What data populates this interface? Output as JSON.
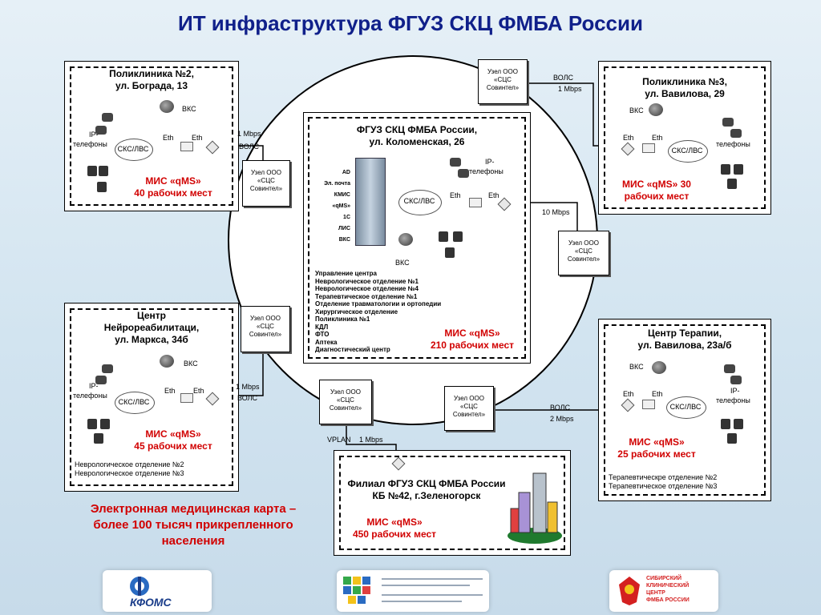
{
  "title": "ИТ инфраструктура ФГУЗ СКЦ ФМБА России",
  "common": {
    "vks": "ВКС",
    "ip": "IP-",
    "phones": "телефоны",
    "lan": "СКС/ЛВС",
    "eth": "Eth",
    "node_line1": "Узел ООО",
    "node_line2": "«СЦС",
    "node_line3": "Совинтел»"
  },
  "links": {
    "volc": "ВОЛС",
    "mbps1": "1 Mbps",
    "mbps2": "2 Mbps",
    "mbps10": "10 Mbps",
    "vplan": "VPLAN"
  },
  "poly2": {
    "name_line1": "Поликлиника №2,",
    "name_line2": "ул. Бограда, 13",
    "mis_line1": "МИС «qMS»",
    "mis_line2": "40 рабочих мест"
  },
  "poly3": {
    "name_line1": "Поликлиника №3,",
    "name_line2": "ул. Вавилова, 29",
    "mis_line1": "МИС «qMS» 30",
    "mis_line2": "рабочих мест"
  },
  "main": {
    "name_line1": "ФГУЗ СКЦ ФМБА России,",
    "name_line2": "ул. Коломенская, 26",
    "servers": [
      "AD",
      "Эл. почта",
      "КМИС «qMS»",
      "1C",
      "ЛИС",
      "ВКС"
    ],
    "departments": [
      "Управление центра",
      "Неврологическое отделение №1",
      "Неврологическое отделение №4",
      "Терапевтическое отделение №1",
      "Отделение травматологии и ортопедии",
      "Хирургическое отделение",
      "Поликлиника №1",
      "КДЛ",
      "ФТО",
      "Аптека",
      "Диагностический центр"
    ],
    "mis_line1": "МИС «qMS»",
    "mis_line2": "210 рабочих мест"
  },
  "neuro": {
    "name_line1": "Центр",
    "name_line2": "Нейрореабилитаци,",
    "name_line3": "ул. Маркса, 34б",
    "mis_line1": "МИС «qMS»",
    "mis_line2": "45 рабочих мест",
    "dept1": "Неврологическое отделение №2",
    "dept2": "Неврологическое отделение №3"
  },
  "therapy": {
    "name_line1": "Центр Терапии,",
    "name_line2": "ул. Вавилова, 23а/б",
    "mis_line1": "МИС «qMS»",
    "mis_line2": "25 рабочих мест",
    "dept1": "Терапевтическре отделение №2",
    "dept2": "Терапевтическое отделение №3"
  },
  "branch": {
    "name_line1": "Филиал ФГУЗ СКЦ ФМБА России",
    "name_line2": "КБ №42, г.Зеленогорск",
    "mis_line1": "МИС «qMS»",
    "mis_line2": "450 рабочих мест"
  },
  "emr": {
    "line1": "Электронная медицинская карта –",
    "line2": "более 100 тысяч прикрепленного",
    "line3": "населения"
  },
  "footer": {
    "kfoms": "КФОМС",
    "skc_line1": "СИБИРСКИЙ",
    "skc_line2": "КЛИНИЧЕСКИЙ",
    "skc_line3": "ЦЕНТР",
    "skc_line4": "ФМБА РОССИИ"
  },
  "colors": {
    "title": "#10208a",
    "mis": "#d10000",
    "emr": "#d10000"
  }
}
